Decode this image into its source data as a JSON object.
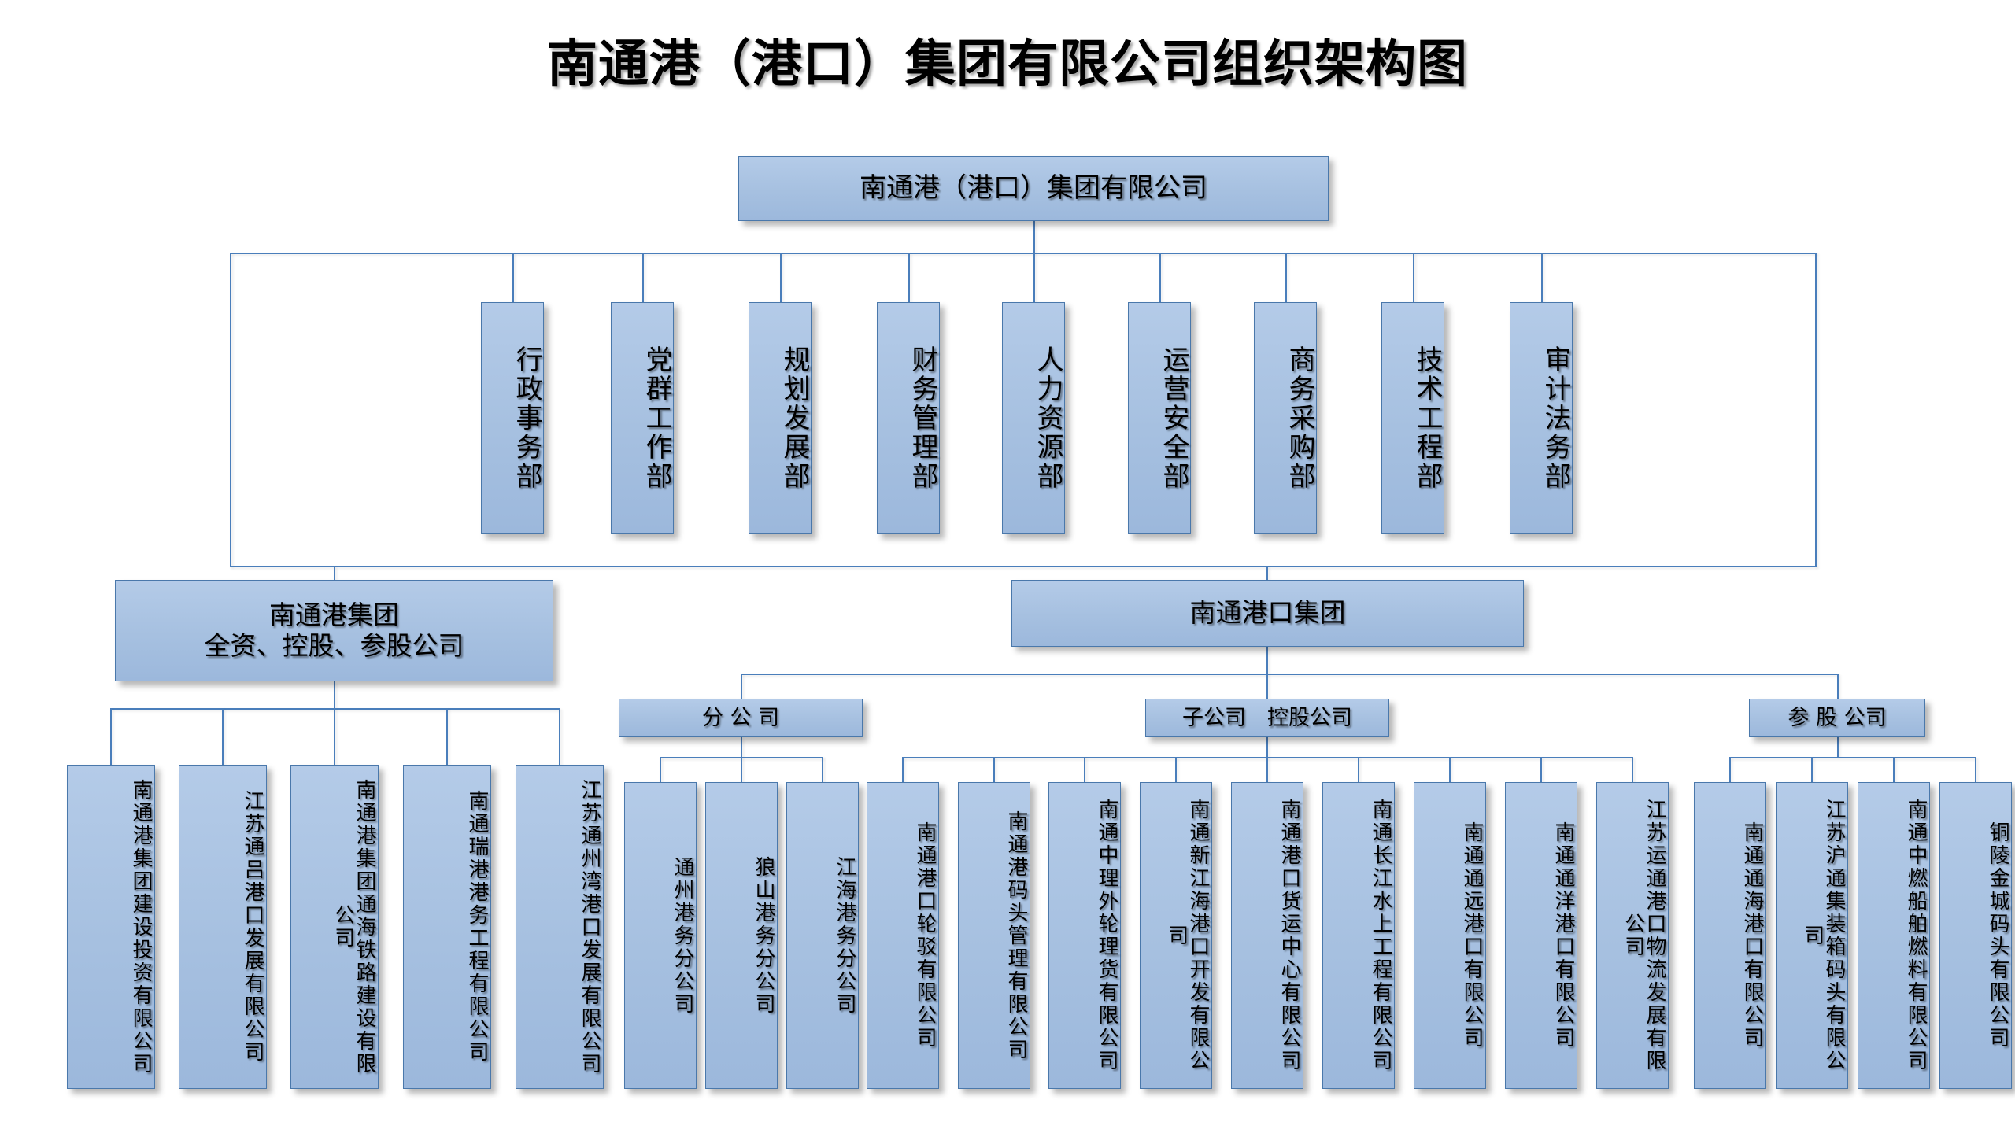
{
  "chart_data": {
    "type": "diagram",
    "title": "南通港（港口）集团有限公司组织架构图",
    "root": "南通港（港口）集团有限公司",
    "departments": [
      "行政事务部",
      "党群工作部",
      "规划发展部",
      "财务管理部",
      "人力资源部",
      "运营安全部",
      "商务采购部",
      "技术工程部",
      "审计法务部"
    ],
    "groups": [
      {
        "name": "南通港集团",
        "subtitle": "全资、控股、参股公司"
      },
      {
        "name": "南通港口集团",
        "subtitle": ""
      }
    ],
    "categories": [
      "分 公 司",
      "子公司　控股公司",
      "参 股 公司"
    ],
    "left_group_children": [
      "南通港集团建设投资有限公司",
      "江苏通吕港口发展有限公司",
      "南通港集团通海铁路建设有限公司",
      "南通瑞港港务工程有限公司",
      "江苏通州湾港口发展有限公司"
    ],
    "branch_companies": [
      "通州港务分公司",
      "狼山港务分公司",
      "江海港务分公司"
    ],
    "subsidiary_companies": [
      "南通港口轮驳有限公司",
      "南通港码头管理有限公司",
      "南通中理外轮理货有限公司",
      "南通新江海港口开发有限公司",
      "南通港口货运中心有限公司",
      "南通长江水上工程有限公司",
      "南通通远港口有限公司",
      "南通通洋港口有限公司",
      "江苏运通港口物流发展有限公司"
    ],
    "equity_companies": [
      "南通通海港口有限公司",
      "江苏沪通集装箱码头有限公司",
      "南通中燃船舶燃料有限公司",
      "铜陵金城码头有限公司"
    ]
  },
  "colors": {
    "box_fill": "#a9c3e3",
    "box_border": "#4a78ab",
    "connector": "#4a7ebb",
    "text": "#000000",
    "background": "#ffffff"
  }
}
